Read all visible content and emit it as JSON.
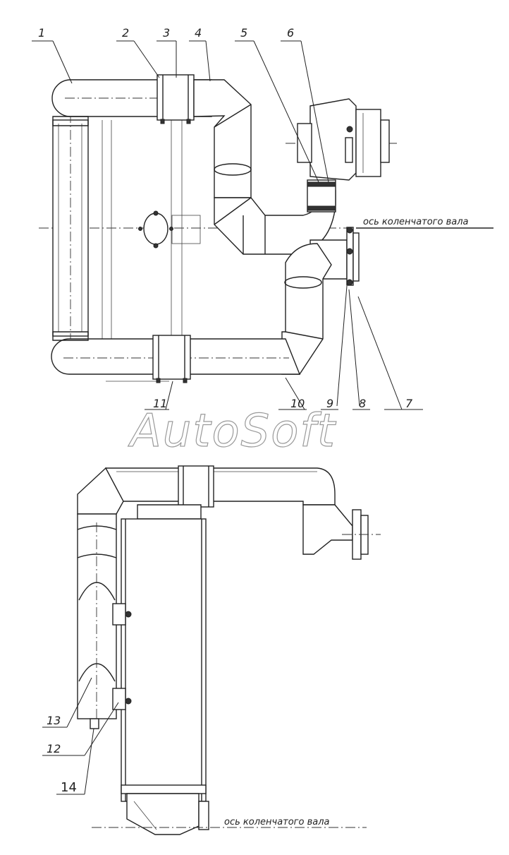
{
  "watermark": "AutoSoft",
  "axis_label_top": "ось коленчатого вала",
  "axis_label_bottom": "ось коленчатого вала",
  "callouts": {
    "c1": "1",
    "c2": "2",
    "c3": "3",
    "c4": "4",
    "c5": "5",
    "c6": "6",
    "c7": "7",
    "c8": "8",
    "c9": "9",
    "c10": "10",
    "c11": "11",
    "c12": "12",
    "c13": "13",
    "c14": "14"
  },
  "colors": {
    "line": "#222222",
    "watermark": "#9a9a9a",
    "background": "#ffffff"
  }
}
